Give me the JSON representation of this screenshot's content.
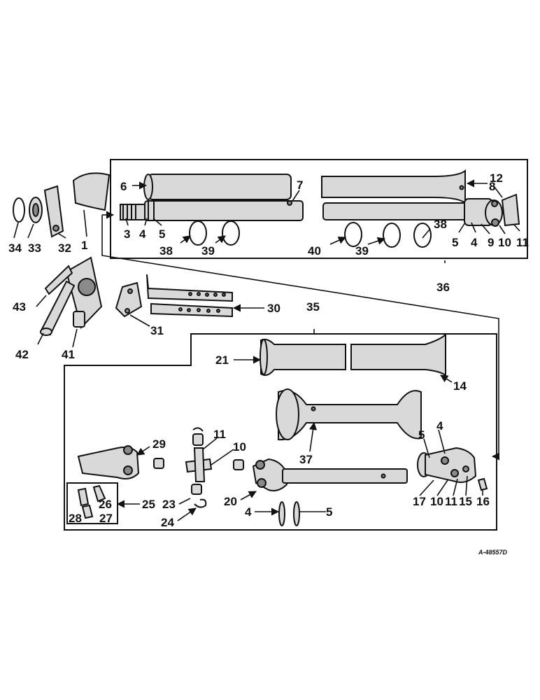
{
  "drawing_code": "A-48557D",
  "labels": {
    "l1": "1",
    "l3": "3",
    "l4": "4",
    "l5": "5",
    "l6": "6",
    "l7": "7",
    "l8": "8",
    "l9": "9",
    "l10": "10",
    "l11": "11",
    "l12": "12",
    "l14": "14",
    "l15": "15",
    "l16": "16",
    "l17": "17",
    "l20": "20",
    "l21": "21",
    "l23": "23",
    "l24": "24",
    "l25": "25",
    "l26": "26",
    "l27": "27",
    "l28": "28",
    "l29": "29",
    "l30": "30",
    "l31": "31",
    "l32": "32",
    "l33": "33",
    "l34": "34",
    "l35": "35",
    "l36": "36",
    "l37": "37",
    "l38": "38",
    "l39": "39",
    "l40": "40",
    "l41": "41",
    "l42": "42",
    "l43": "43"
  }
}
